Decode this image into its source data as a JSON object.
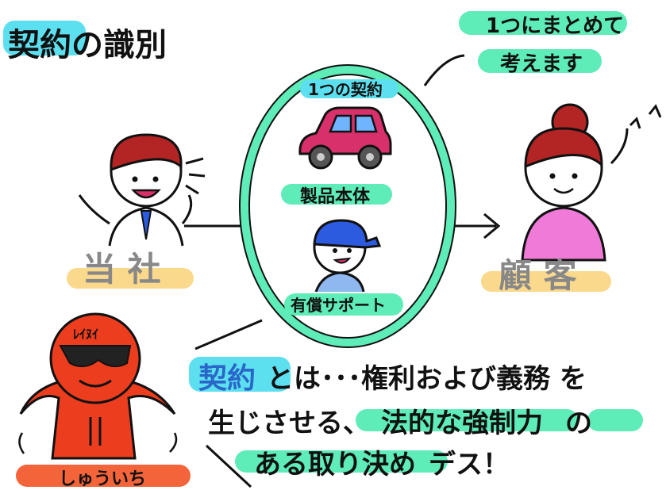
{
  "title": {
    "highlight": "契約",
    "rest": "の識別"
  },
  "bubble": {
    "line1": "1つにまとめて",
    "line2": "考えます"
  },
  "oval": {
    "top_label": "1つの契約",
    "product_label": "製品本体",
    "support_label": "有償サポート"
  },
  "company_label": "当 社",
  "customer_label": "顧 客",
  "mascot": {
    "name_label": "しゅういち",
    "badge": "ﾚｲﾇｲ"
  },
  "definition": {
    "line1": {
      "highlight": "契約",
      "text": "とは･･･権利および義務 を"
    },
    "line2": {
      "part1": "生じさせる、",
      "highlight": "法的な強制力",
      "part2": "の"
    },
    "line3": {
      "highlight": "ある取り決め",
      "text": "デス！"
    }
  },
  "colors": {
    "cyan": "#5ce0f0",
    "green": "#5eecb8",
    "yellow": "#fbd98c",
    "orange": "#f4643a",
    "car": "#d8306a",
    "hair": "#b32424",
    "pink": "#f07ad8",
    "mascot": "#ec3e1e"
  }
}
